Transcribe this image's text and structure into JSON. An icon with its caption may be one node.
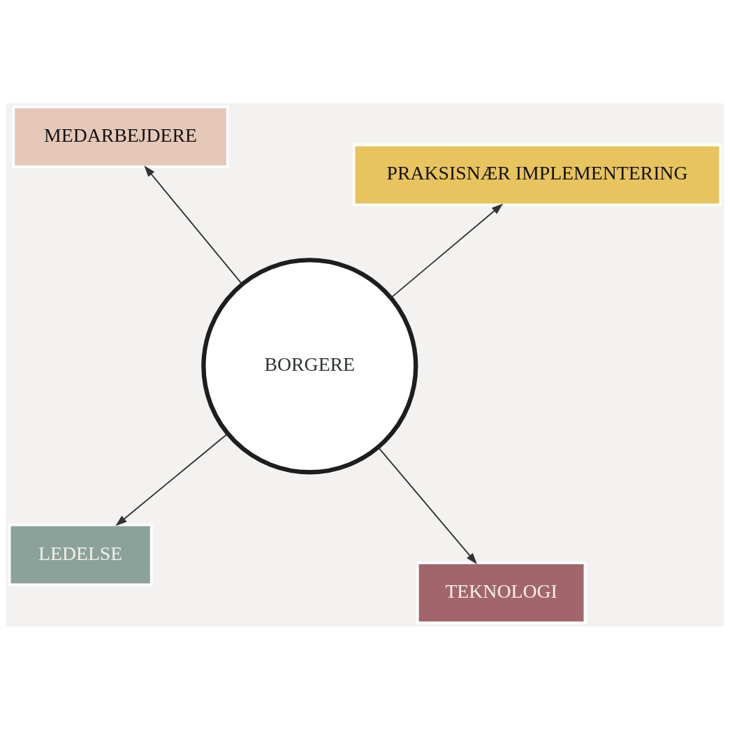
{
  "diagram": {
    "nodes": [
      {
        "text": [
          "LEDELSE"
        ]
      },
      {
        "text": [
          "TEKNOLOGI"
        ]
      },
      {
        "text": [
          "BORGERE"
        ]
      },
      {
        "text": [
          "MEDARBEJDERE"
        ]
      },
      {
        "text": [
          "PRAKSISNÆR IMPLEMENTERING"
        ]
      }
    ],
    "edges": [
      {
        "from": 2,
        "to": 0,
        "arrow": "to"
      },
      {
        "from": 2,
        "to": 1,
        "arrow": "to"
      },
      {
        "from": 2,
        "to": 3,
        "arrow": "to"
      },
      {
        "from": 2,
        "to": 4,
        "arrow": "to"
      }
    ]
  }
}
